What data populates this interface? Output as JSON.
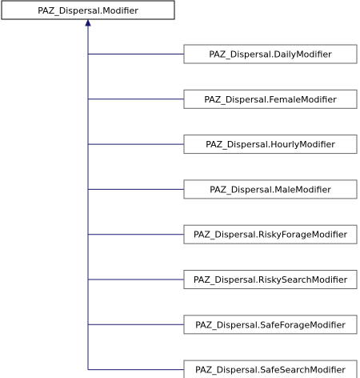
{
  "diagram": {
    "type": "class-inheritance",
    "base_class": {
      "name": "PAZ_Dispersal.Modifier"
    },
    "derived_classes": [
      {
        "name": "PAZ_Dispersal.DailyModifier"
      },
      {
        "name": "PAZ_Dispersal.FemaleModifier"
      },
      {
        "name": "PAZ_Dispersal.HourlyModifier"
      },
      {
        "name": "PAZ_Dispersal.MaleModifier"
      },
      {
        "name": "PAZ_Dispersal.RiskyForageModifier"
      },
      {
        "name": "PAZ_Dispersal.RiskySearchModifier"
      },
      {
        "name": "PAZ_Dispersal.SafeForageModifier"
      },
      {
        "name": "PAZ_Dispersal.SafeSearchModifier"
      }
    ],
    "colors": {
      "edge": "#191970",
      "node_border": "#000000",
      "background": "#ffffff"
    }
  }
}
